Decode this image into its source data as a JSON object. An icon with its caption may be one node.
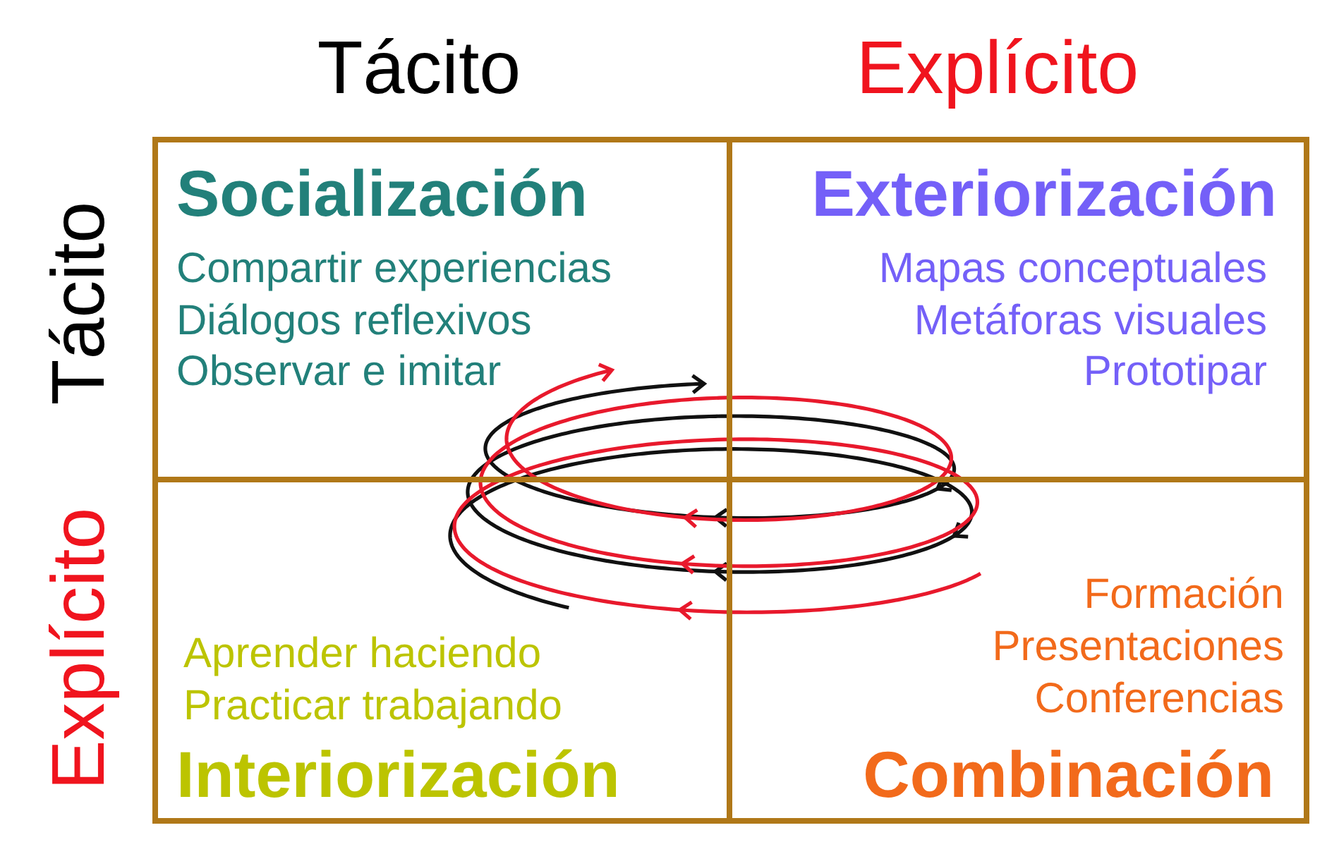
{
  "diagram": {
    "nodes": [
      {
        "text": [
          "Socialización",
          "Compartir experiencias",
          "Diálogos reflexivos",
          "Observar e imitar"
        ]
      },
      {
        "text": [
          "Exteriorización",
          "Mapas conceptuales",
          "Metáforas visuales",
          "Prototipar"
        ]
      },
      {
        "text": [
          "Aprender haciendo",
          "Practicar trabajando",
          "Interiorización"
        ]
      },
      {
        "text": [
          "Formación",
          "Presentaciones",
          "Conferencias",
          "Combinación"
        ]
      },
      {
        "text": [],
        "shape": "picture"
      }
    ],
    "labels": [
      "Tácito",
      "Explícito",
      "Tácito",
      "Explícito"
    ]
  }
}
